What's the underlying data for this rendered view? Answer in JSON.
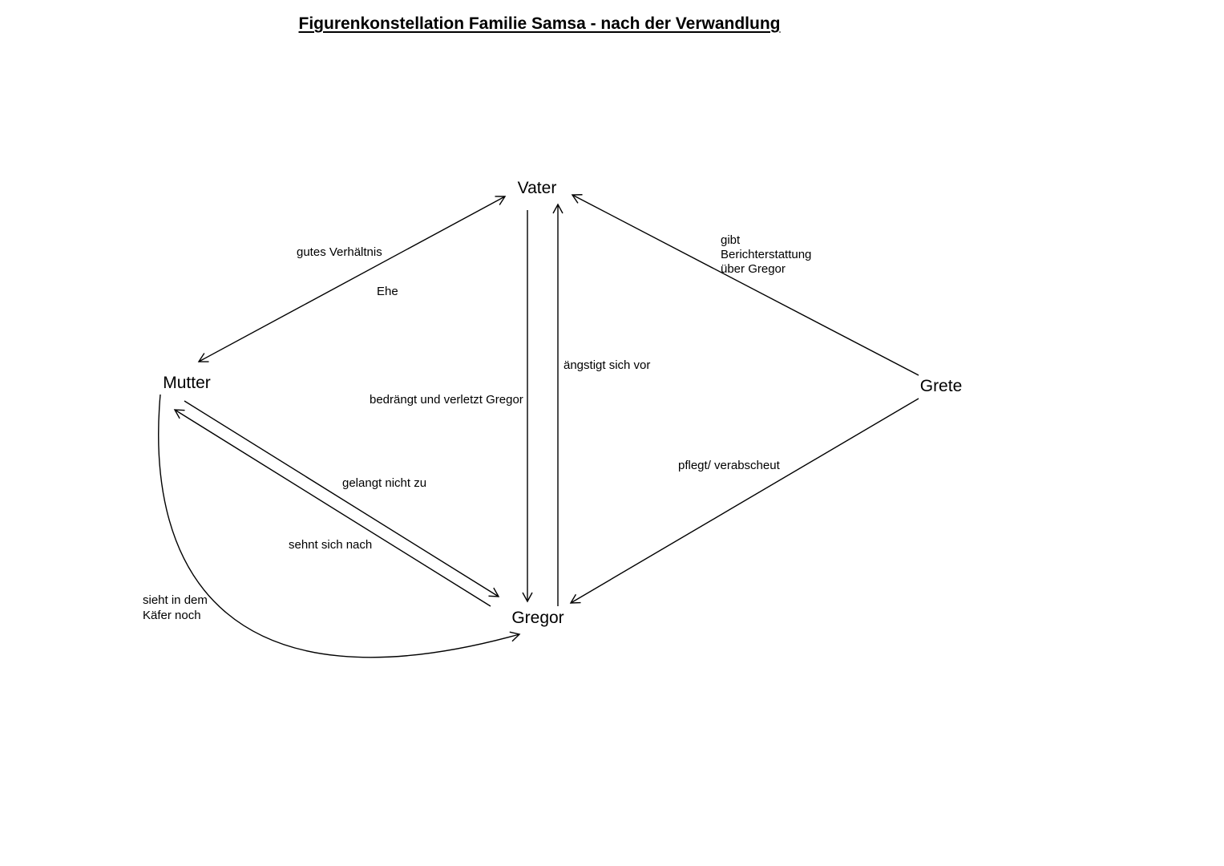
{
  "title": "Figurenkonstellation Familie Samsa - nach der Verwandlung",
  "nodes": {
    "vater": "Vater",
    "mutter": "Mutter",
    "grete": "Grete",
    "gregor": "Gregor"
  },
  "edges": {
    "mutter_vater": {
      "from": "Mutter",
      "to": "Vater",
      "direction": "both",
      "labels": [
        "gutes Verhältnis",
        "Ehe"
      ]
    },
    "vater_gregor": {
      "from": "Vater",
      "to": "Gregor",
      "direction": "to",
      "label": "bedrängt und verletzt Gregor"
    },
    "gregor_vater": {
      "from": "Gregor",
      "to": "Vater",
      "direction": "to",
      "label": "ängstigt sich vor"
    },
    "grete_vater": {
      "from": "Grete",
      "to": "Vater",
      "direction": "to",
      "label_lines": [
        "gibt",
        "Berichterstattung",
        "über Gregor"
      ]
    },
    "grete_gregor": {
      "from": "Grete",
      "to": "Gregor",
      "direction": "to",
      "label": "pflegt/ verabscheut"
    },
    "mutter_gregor": {
      "from": "Mutter",
      "to": "Gregor",
      "direction": "to",
      "label": "gelangt nicht zu"
    },
    "gregor_mutter": {
      "from": "Gregor",
      "to": "Mutter",
      "direction": "to",
      "label": "sehnt sich nach"
    },
    "mutter_gregor_curved": {
      "from": "Mutter",
      "to": "Gregor",
      "direction": "to",
      "label_lines": [
        "sieht in dem",
        "Käfer noch"
      ]
    }
  },
  "colors": {
    "background": "#ffffff",
    "ink": "#000000"
  }
}
